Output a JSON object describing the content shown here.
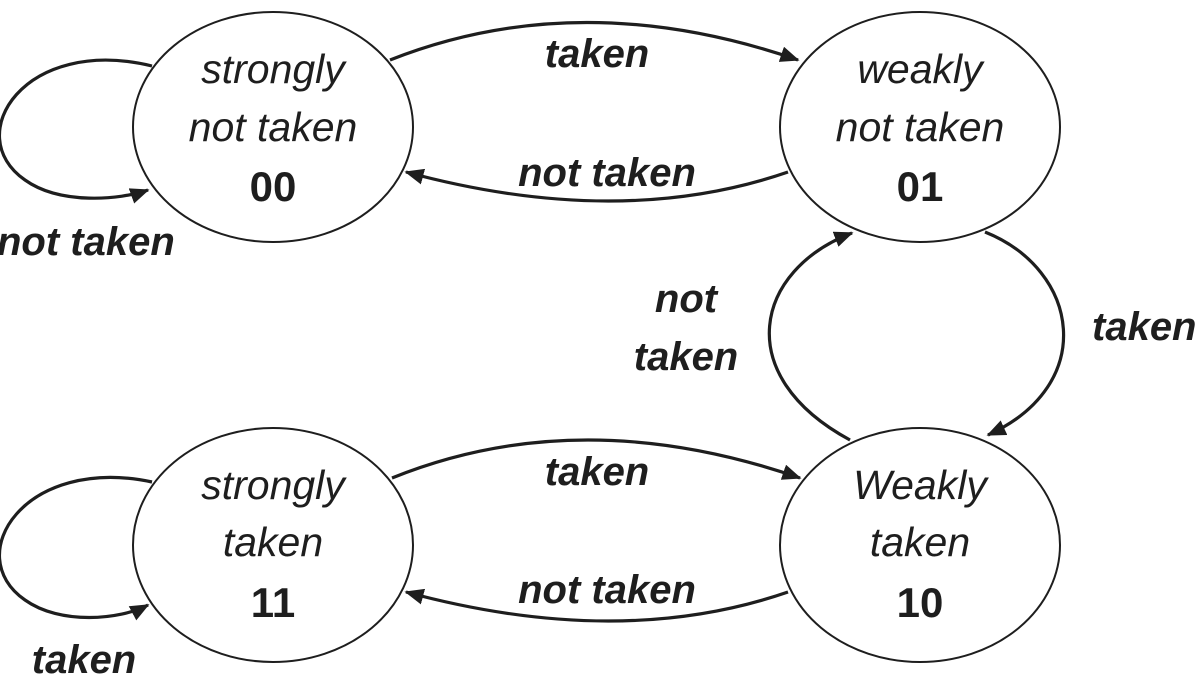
{
  "colors": {
    "ink": "#1e1e1e",
    "background": "#ffffff"
  },
  "states": {
    "s00": {
      "line1": "strongly",
      "line2": "not taken",
      "code": "00"
    },
    "s01": {
      "line1": "weakly",
      "line2": "not taken",
      "code": "01"
    },
    "s11": {
      "line1": "strongly",
      "line2": "taken",
      "code": "11"
    },
    "s10": {
      "line1": "Weakly",
      "line2": "taken",
      "code": "10"
    }
  },
  "edges": {
    "s00_s01": "taken",
    "s01_s00": "not taken",
    "s00_self": "not taken",
    "s01_s10": "taken",
    "s10_s01_line1": "not",
    "s10_s01_line2": "taken",
    "s11_s10": "taken",
    "s10_s11": "not taken",
    "s11_self": "taken"
  }
}
